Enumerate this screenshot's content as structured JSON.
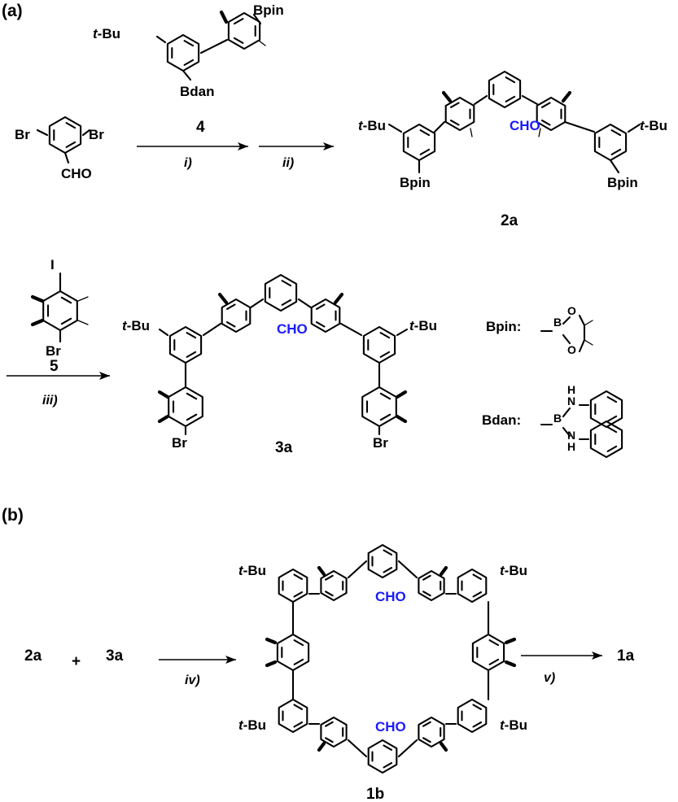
{
  "panels": {
    "a": "(a)",
    "b": "(b)"
  },
  "substituents": {
    "br": "Br",
    "cho": "CHO",
    "bpin": "Bpin",
    "bdan": "Bdan",
    "iodo": "I",
    "tbu_prefix": "t",
    "tbu_suffix": "-Bu"
  },
  "compounds": {
    "c4": "4",
    "c5": "5",
    "c2a": "2a",
    "c3a": "3a",
    "c1b": "1b",
    "c1a": "1a"
  },
  "conditions": {
    "i": "i)",
    "ii": "ii)",
    "iii": "iii)",
    "iv": "iv)",
    "v": "v)"
  },
  "operator": "+",
  "legend": {
    "bpin_label": "Bpin:",
    "bdan_label": "Bdan:",
    "o": "O",
    "b": "B",
    "n": "N",
    "h": "H"
  },
  "colors": {
    "cho": "#1a1aff",
    "ink": "#000000"
  }
}
